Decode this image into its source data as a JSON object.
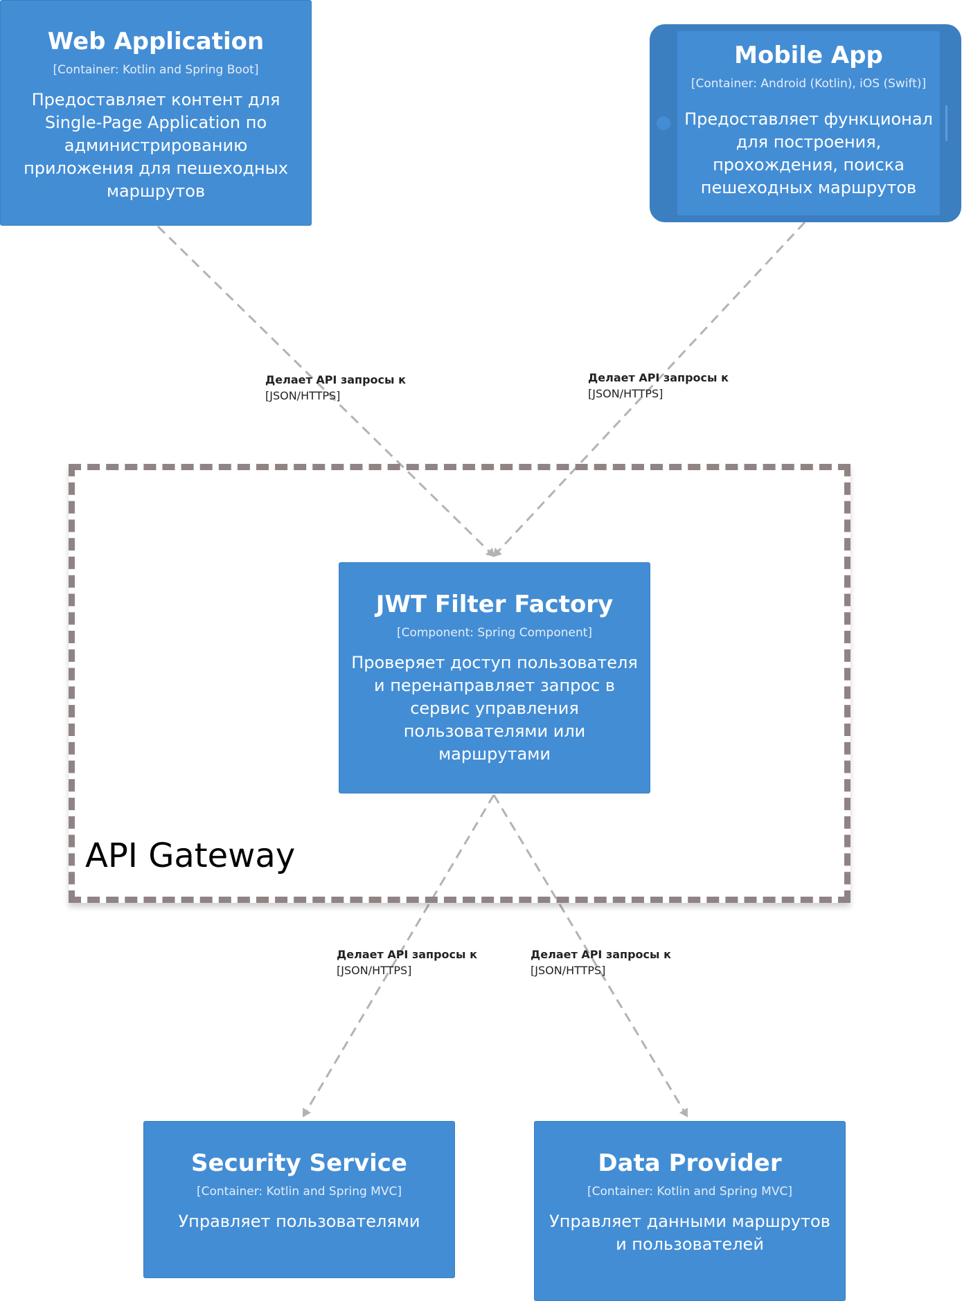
{
  "nodes": {
    "web_app": {
      "title": "Web Application",
      "tech": "[Container: Kotlin and Spring Boot]",
      "desc": "Предоставляет контент для Single-Page Application по администрированию приложения для пешеходных маршрутов"
    },
    "mobile_app": {
      "title": "Mobile App",
      "tech": "[Container: Android (Kotlin), iOS (Swift)]",
      "desc": "Предоставляет функционал для построения, прохождения, поиска пешеходных маршрутов"
    },
    "jwt_filter": {
      "title": "JWT Filter Factory",
      "tech": "[Component: Spring Component]",
      "desc": "Проверяет доступ пользователя и перенаправляет запрос в сервис управления пользователями или маршрутами"
    },
    "security_service": {
      "title": "Security Service",
      "tech": "[Container: Kotlin and Spring MVC]",
      "desc": "Управляет пользователями"
    },
    "data_provider": {
      "title": "Data Provider",
      "tech": "[Container: Kotlin and Spring MVC]",
      "desc": "Управляет данными маршрутов и пользователей"
    }
  },
  "boundary": {
    "label": "API Gateway"
  },
  "relations": [
    {
      "from": "Web Application",
      "to": "JWT Filter Factory",
      "label": "Делает API запросы к",
      "tech": "[JSON/HTTPS]"
    },
    {
      "from": "Mobile App",
      "to": "JWT Filter Factory",
      "label": "Делает API запросы к",
      "tech": "[JSON/HTTPS]"
    },
    {
      "from": "JWT Filter Factory",
      "to": "Security Service",
      "label": "Делает API запросы к",
      "tech": "[JSON/HTTPS]"
    },
    {
      "from": "JWT Filter Factory",
      "to": "Data Provider",
      "label": "Делает API запросы к",
      "tech": "[JSON/HTTPS]"
    }
  ],
  "colors": {
    "container": "#438dd5",
    "mobile_frame": "#3c7fc0",
    "boundary_border": "#8f8384",
    "arrow": "#b3b3b3"
  }
}
